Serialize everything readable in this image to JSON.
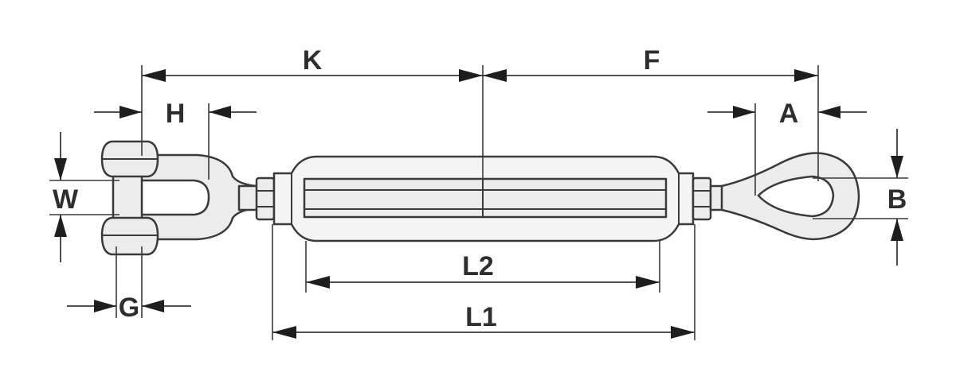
{
  "labels": {
    "K": "K",
    "F": "F",
    "H": "H",
    "A": "A",
    "W": "W",
    "B": "B",
    "G": "G",
    "L2": "L2",
    "L1": "L1"
  },
  "colors": {
    "line": "#3a3a3a",
    "fill": "#ececec",
    "text": "#2e2e2e"
  }
}
